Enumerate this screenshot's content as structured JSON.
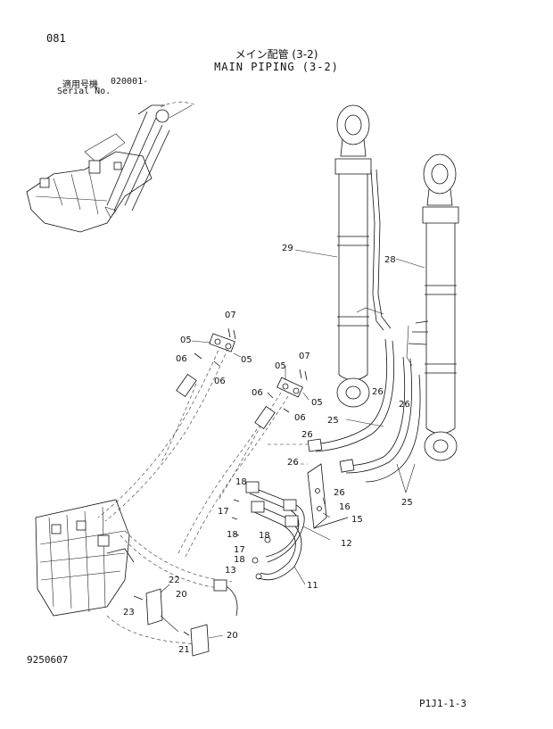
{
  "header": {
    "page_number": "081",
    "title_jp": "メイン配管 (3-2)",
    "title_en": "MAIN PIPING (3-2)",
    "serial_label_jp": "適用号機",
    "serial_value": "020001-",
    "serial_label_en": "Serial No."
  },
  "callouts": {
    "c07a": "07",
    "c05a": "05",
    "c05b": "05",
    "c06a": "06",
    "c06b": "06",
    "c07b": "07",
    "c05c": "05",
    "c05d": "05",
    "c06c": "06",
    "c06d": "06",
    "c29": "29",
    "c28": "28",
    "c26a": "26",
    "c26b": "26",
    "c26c": "26",
    "c26d": "26",
    "c26e": "26",
    "c25a": "25",
    "c25b": "25",
    "c18a": "18",
    "c17a": "17",
    "c18b": "18",
    "c18c": "18",
    "c17b": "17",
    "c13": "13",
    "c16": "16",
    "c15": "15",
    "c12": "12",
    "c11": "11",
    "c22": "22",
    "c20a": "20",
    "c23": "23",
    "c20b": "20",
    "c21": "21"
  },
  "footer": {
    "drawing_number": "9250607",
    "page_code": "P1J1-1-3"
  }
}
